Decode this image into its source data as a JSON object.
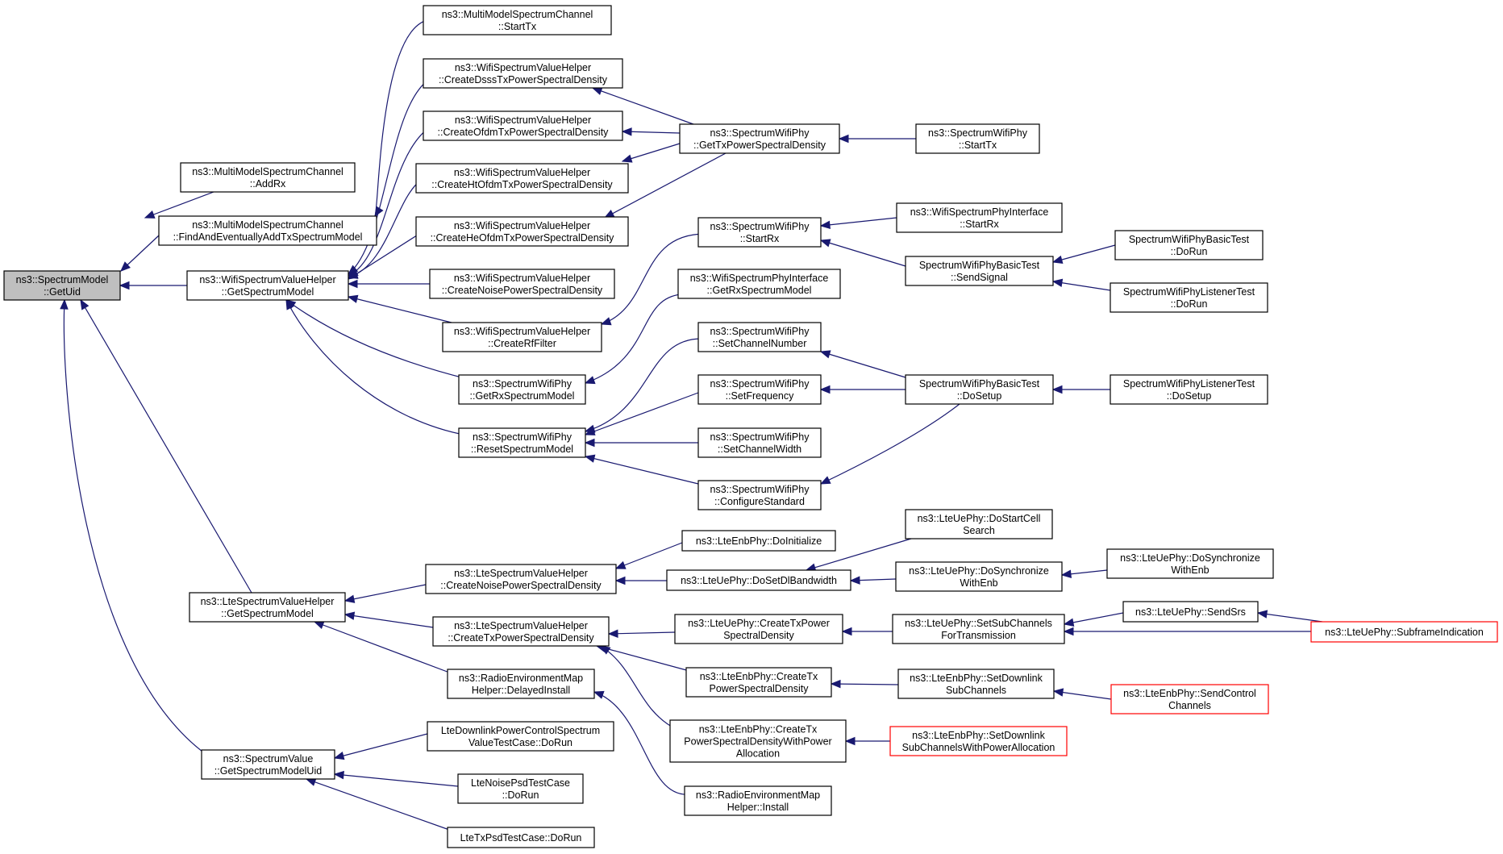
{
  "graph": {
    "title": "",
    "nodes": [
      {
        "id": "getuid",
        "lines": [
          "ns3::SpectrumModel",
          "::GetUid"
        ],
        "style": "root"
      },
      {
        "id": "mm_addrx",
        "lines": [
          "ns3::MultiModelSpectrumChannel",
          "::AddRx"
        ]
      },
      {
        "id": "mm_find",
        "lines": [
          "ns3::MultiModelSpectrumChannel",
          "::FindAndEventuallyAddTxSpectrumModel"
        ]
      },
      {
        "id": "wsvh_gsm",
        "lines": [
          "ns3::WifiSpectrumValueHelper",
          "::GetSpectrumModel"
        ]
      },
      {
        "id": "lsvh_gsm",
        "lines": [
          "ns3::LteSpectrumValueHelper",
          "::GetSpectrumModel"
        ]
      },
      {
        "id": "sv_gsmu",
        "lines": [
          "ns3::SpectrumValue",
          "::GetSpectrumModelUid"
        ]
      },
      {
        "id": "mm_starttx",
        "lines": [
          "ns3::MultiModelSpectrumChannel",
          "::StartTx"
        ]
      },
      {
        "id": "wsvh_dsss",
        "lines": [
          "ns3::WifiSpectrumValueHelper",
          "::CreateDsssTxPowerSpectralDensity"
        ]
      },
      {
        "id": "wsvh_ofdm",
        "lines": [
          "ns3::WifiSpectrumValueHelper",
          "::CreateOfdmTxPowerSpectralDensity"
        ]
      },
      {
        "id": "wsvh_ht",
        "lines": [
          "ns3::WifiSpectrumValueHelper",
          "::CreateHtOfdmTxPowerSpectralDensity"
        ]
      },
      {
        "id": "wsvh_he",
        "lines": [
          "ns3::WifiSpectrumValueHelper",
          "::CreateHeOfdmTxPowerSpectralDensity"
        ]
      },
      {
        "id": "wsvh_noise",
        "lines": [
          "ns3::WifiSpectrumValueHelper",
          "::CreateNoisePowerSpectralDensity"
        ]
      },
      {
        "id": "wsvh_rf",
        "lines": [
          "ns3::WifiSpectrumValueHelper",
          "::CreateRfFilter"
        ]
      },
      {
        "id": "swp_getrx",
        "lines": [
          "ns3::SpectrumWifiPhy",
          "::GetRxSpectrumModel"
        ]
      },
      {
        "id": "swp_reset",
        "lines": [
          "ns3::SpectrumWifiPhy",
          "::ResetSpectrumModel"
        ]
      },
      {
        "id": "swp_gettxpsd",
        "lines": [
          "ns3::SpectrumWifiPhy",
          "::GetTxPowerSpectralDensity"
        ]
      },
      {
        "id": "swp_starttx",
        "lines": [
          "ns3::SpectrumWifiPhy",
          "::StartTx"
        ]
      },
      {
        "id": "swp_startrx",
        "lines": [
          "ns3::SpectrumWifiPhy",
          "::StartRx"
        ]
      },
      {
        "id": "wspi_getrx",
        "lines": [
          "ns3::WifiSpectrumPhyInterface",
          "::GetRxSpectrumModel"
        ]
      },
      {
        "id": "wspi_startrx",
        "lines": [
          "ns3::WifiSpectrumPhyInterface",
          "::StartRx"
        ]
      },
      {
        "id": "swpbt_send",
        "lines": [
          "SpectrumWifiPhyBasicTest",
          "::SendSignal"
        ]
      },
      {
        "id": "swpbt_dorun",
        "lines": [
          "SpectrumWifiPhyBasicTest",
          "::DoRun"
        ]
      },
      {
        "id": "swplt_dorun",
        "lines": [
          "SpectrumWifiPhyListenerTest",
          "::DoRun"
        ]
      },
      {
        "id": "swp_setch",
        "lines": [
          "ns3::SpectrumWifiPhy",
          "::SetChannelNumber"
        ]
      },
      {
        "id": "swp_setfreq",
        "lines": [
          "ns3::SpectrumWifiPhy",
          "::SetFrequency"
        ]
      },
      {
        "id": "swp_setwidth",
        "lines": [
          "ns3::SpectrumWifiPhy",
          "::SetChannelWidth"
        ]
      },
      {
        "id": "swp_config",
        "lines": [
          "ns3::SpectrumWifiPhy",
          "::ConfigureStandard"
        ]
      },
      {
        "id": "swpbt_setup",
        "lines": [
          "SpectrumWifiPhyBasicTest",
          "::DoSetup"
        ]
      },
      {
        "id": "swplt_setup",
        "lines": [
          "SpectrumWifiPhyListenerTest",
          "::DoSetup"
        ]
      },
      {
        "id": "lsvh_noise",
        "lines": [
          "ns3::LteSpectrumValueHelper",
          "::CreateNoisePowerSpectralDensity"
        ]
      },
      {
        "id": "lsvh_tx",
        "lines": [
          "ns3::LteSpectrumValueHelper",
          "::CreateTxPowerSpectralDensity"
        ]
      },
      {
        "id": "rem_delayed",
        "lines": [
          "ns3::RadioEnvironmentMap",
          "Helper::DelayedInstall"
        ]
      },
      {
        "id": "rem_install",
        "lines": [
          "ns3::RadioEnvironmentMap",
          "Helper::Install"
        ]
      },
      {
        "id": "enb_doinit",
        "lines": [
          "ns3::LteEnbPhy::DoInitialize"
        ]
      },
      {
        "id": "ue_dosetdl",
        "lines": [
          "ns3::LteUePhy::DoSetDlBandwidth"
        ]
      },
      {
        "id": "ue_startcell",
        "lines": [
          "ns3::LteUePhy::DoStartCell",
          "Search"
        ]
      },
      {
        "id": "ue_dosync",
        "lines": [
          "ns3::LteUePhy::DoSynchronize",
          "WithEnb"
        ]
      },
      {
        "id": "ue_dosync2",
        "lines": [
          "ns3::LteUePhy::DoSynchronize",
          "WithEnb"
        ]
      },
      {
        "id": "ue_createtx",
        "lines": [
          "ns3::LteUePhy::CreateTxPower",
          "SpectralDensity"
        ]
      },
      {
        "id": "ue_setsub",
        "lines": [
          "ns3::LteUePhy::SetSubChannels",
          "ForTransmission"
        ]
      },
      {
        "id": "ue_sendsrs",
        "lines": [
          "ns3::LteUePhy::SendSrs"
        ]
      },
      {
        "id": "ue_subframe",
        "lines": [
          "ns3::LteUePhy::SubframeIndication"
        ],
        "style": "trunc"
      },
      {
        "id": "enb_createtx",
        "lines": [
          "ns3::LteEnbPhy::CreateTx",
          "PowerSpectralDensity"
        ]
      },
      {
        "id": "enb_setdl",
        "lines": [
          "ns3::LteEnbPhy::SetDownlink",
          "SubChannels"
        ]
      },
      {
        "id": "enb_sendctrl",
        "lines": [
          "ns3::LteEnbPhy::SendControl",
          "Channels"
        ],
        "style": "trunc"
      },
      {
        "id": "enb_createtxwpa",
        "lines": [
          "ns3::LteEnbPhy::CreateTx",
          "PowerSpectralDensityWithPower",
          "Allocation"
        ]
      },
      {
        "id": "enb_setdlwpa",
        "lines": [
          "ns3::LteEnbPhy::SetDownlink",
          "SubChannelsWithPowerAllocation"
        ],
        "style": "trunc"
      },
      {
        "id": "ltedl_dorun",
        "lines": [
          "LteDownlinkPowerControlSpectrum",
          "ValueTestCase::DoRun"
        ]
      },
      {
        "id": "ltenoise_dorun",
        "lines": [
          "LteNoisePsdTestCase",
          "::DoRun"
        ]
      },
      {
        "id": "ltetx_dorun",
        "lines": [
          "LteTxPsdTestCase::DoRun"
        ]
      }
    ],
    "edges": [
      {
        "from": "mm_addrx",
        "to": "getuid"
      },
      {
        "from": "mm_find",
        "to": "getuid"
      },
      {
        "from": "wsvh_gsm",
        "to": "getuid"
      },
      {
        "from": "lsvh_gsm",
        "to": "getuid"
      },
      {
        "from": "sv_gsmu",
        "to": "getuid"
      },
      {
        "from": "mm_starttx",
        "to": "mm_find"
      },
      {
        "from": "wsvh_dsss",
        "to": "wsvh_gsm"
      },
      {
        "from": "wsvh_ofdm",
        "to": "wsvh_gsm"
      },
      {
        "from": "wsvh_ht",
        "to": "wsvh_gsm"
      },
      {
        "from": "wsvh_he",
        "to": "wsvh_gsm"
      },
      {
        "from": "wsvh_noise",
        "to": "wsvh_gsm"
      },
      {
        "from": "wsvh_rf",
        "to": "wsvh_gsm"
      },
      {
        "from": "swp_getrx",
        "to": "wsvh_gsm"
      },
      {
        "from": "swp_reset",
        "to": "wsvh_gsm"
      },
      {
        "from": "swp_gettxpsd",
        "to": "wsvh_dsss"
      },
      {
        "from": "swp_gettxpsd",
        "to": "wsvh_ofdm"
      },
      {
        "from": "swp_gettxpsd",
        "to": "wsvh_ht"
      },
      {
        "from": "swp_gettxpsd",
        "to": "wsvh_he"
      },
      {
        "from": "swp_starttx",
        "to": "swp_gettxpsd"
      },
      {
        "from": "swp_startrx",
        "to": "wsvh_rf"
      },
      {
        "from": "wspi_startrx",
        "to": "swp_startrx"
      },
      {
        "from": "swpbt_send",
        "to": "swp_startrx"
      },
      {
        "from": "swpbt_dorun",
        "to": "swpbt_send"
      },
      {
        "from": "swplt_dorun",
        "to": "swpbt_send"
      },
      {
        "from": "wspi_getrx",
        "to": "swp_getrx"
      },
      {
        "from": "swp_setch",
        "to": "swp_reset"
      },
      {
        "from": "swp_setfreq",
        "to": "swp_reset"
      },
      {
        "from": "swp_setwidth",
        "to": "swp_reset"
      },
      {
        "from": "swp_config",
        "to": "swp_reset"
      },
      {
        "from": "swpbt_setup",
        "to": "swp_setch"
      },
      {
        "from": "swpbt_setup",
        "to": "swp_setfreq"
      },
      {
        "from": "swpbt_setup",
        "to": "swp_config"
      },
      {
        "from": "swplt_setup",
        "to": "swpbt_setup"
      },
      {
        "from": "lsvh_noise",
        "to": "lsvh_gsm"
      },
      {
        "from": "lsvh_tx",
        "to": "lsvh_gsm"
      },
      {
        "from": "rem_delayed",
        "to": "lsvh_gsm"
      },
      {
        "from": "rem_install",
        "to": "rem_delayed"
      },
      {
        "from": "enb_doinit",
        "to": "lsvh_noise"
      },
      {
        "from": "ue_dosetdl",
        "to": "lsvh_noise"
      },
      {
        "from": "ue_startcell",
        "to": "ue_dosetdl"
      },
      {
        "from": "ue_dosync",
        "to": "ue_dosetdl"
      },
      {
        "from": "ue_dosync2",
        "to": "ue_dosync"
      },
      {
        "from": "ue_createtx",
        "to": "lsvh_tx"
      },
      {
        "from": "enb_createtx",
        "to": "lsvh_tx"
      },
      {
        "from": "enb_createtxwpa",
        "to": "lsvh_tx"
      },
      {
        "from": "ue_setsub",
        "to": "ue_createtx"
      },
      {
        "from": "ue_sendsrs",
        "to": "ue_setsub"
      },
      {
        "from": "ue_subframe",
        "to": "ue_setsub"
      },
      {
        "from": "ue_subframe",
        "to": "ue_sendsrs"
      },
      {
        "from": "enb_setdl",
        "to": "enb_createtx"
      },
      {
        "from": "enb_sendctrl",
        "to": "enb_setdl"
      },
      {
        "from": "enb_setdlwpa",
        "to": "enb_createtxwpa"
      },
      {
        "from": "ltedl_dorun",
        "to": "sv_gsmu"
      },
      {
        "from": "ltenoise_dorun",
        "to": "sv_gsmu"
      },
      {
        "from": "ltetx_dorun",
        "to": "sv_gsmu"
      }
    ],
    "colors": {
      "edge": "#191970",
      "root_fill": "#bfbfbf",
      "node_border": "#000000",
      "truncated_border": "#ff0000",
      "background": "#ffffff"
    }
  }
}
